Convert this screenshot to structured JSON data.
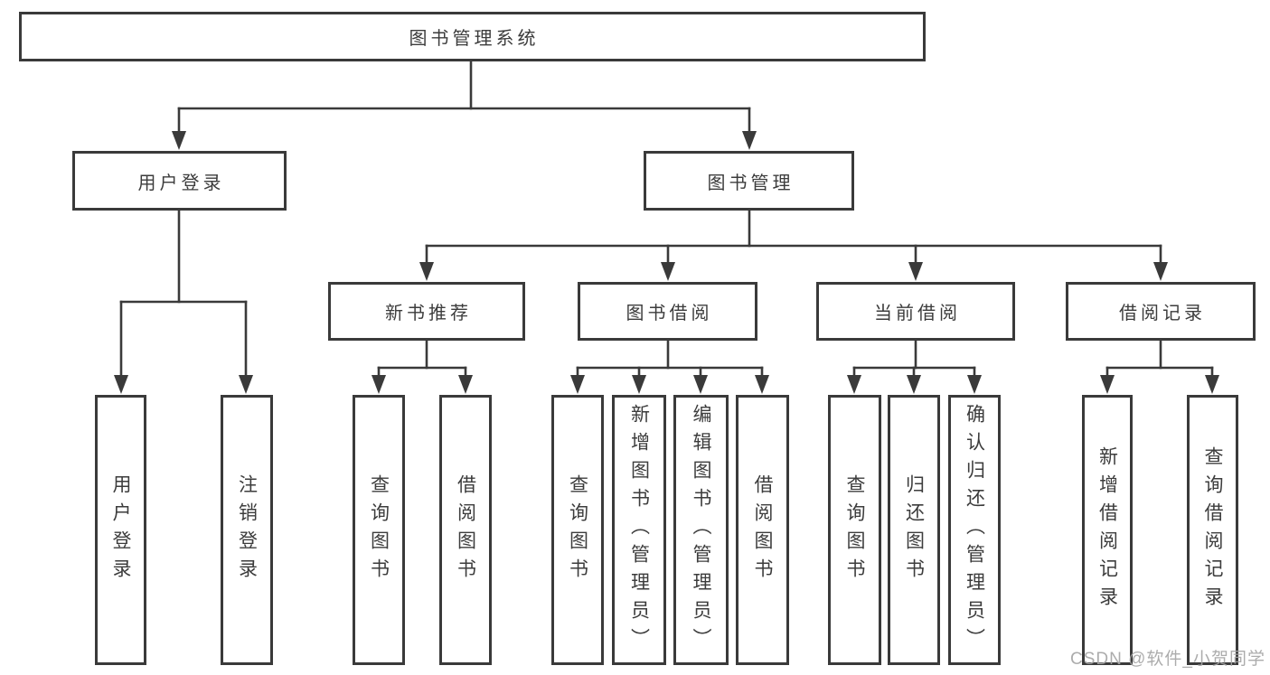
{
  "colors": {
    "line": "#3a3a3a",
    "text": "#3c3c3c",
    "background": "#ffffff",
    "watermark": "#a6a6a6"
  },
  "watermark": {
    "text": "CSDN @软件_小贺同学"
  },
  "tree": {
    "label": "图书管理系统",
    "children": [
      {
        "label": "用户登录",
        "children": [
          {
            "label": "用户登录"
          },
          {
            "label": "注销登录"
          }
        ]
      },
      {
        "label": "图书管理",
        "children": [
          {
            "label": "新书推荐",
            "children": [
              {
                "label": "查询图书"
              },
              {
                "label": "借阅图书"
              }
            ]
          },
          {
            "label": "图书借阅",
            "children": [
              {
                "label": "查询图书"
              },
              {
                "label": "新增图书（管理员）"
              },
              {
                "label": "编辑图书（管理员）"
              },
              {
                "label": "借阅图书"
              }
            ]
          },
          {
            "label": "当前借阅",
            "children": [
              {
                "label": "查询图书"
              },
              {
                "label": "归还图书"
              },
              {
                "label": "确认归还（管理员）"
              }
            ]
          },
          {
            "label": "借阅记录",
            "children": [
              {
                "label": "新增借阅记录"
              },
              {
                "label": "查询借阅记录"
              }
            ]
          }
        ]
      }
    ]
  }
}
